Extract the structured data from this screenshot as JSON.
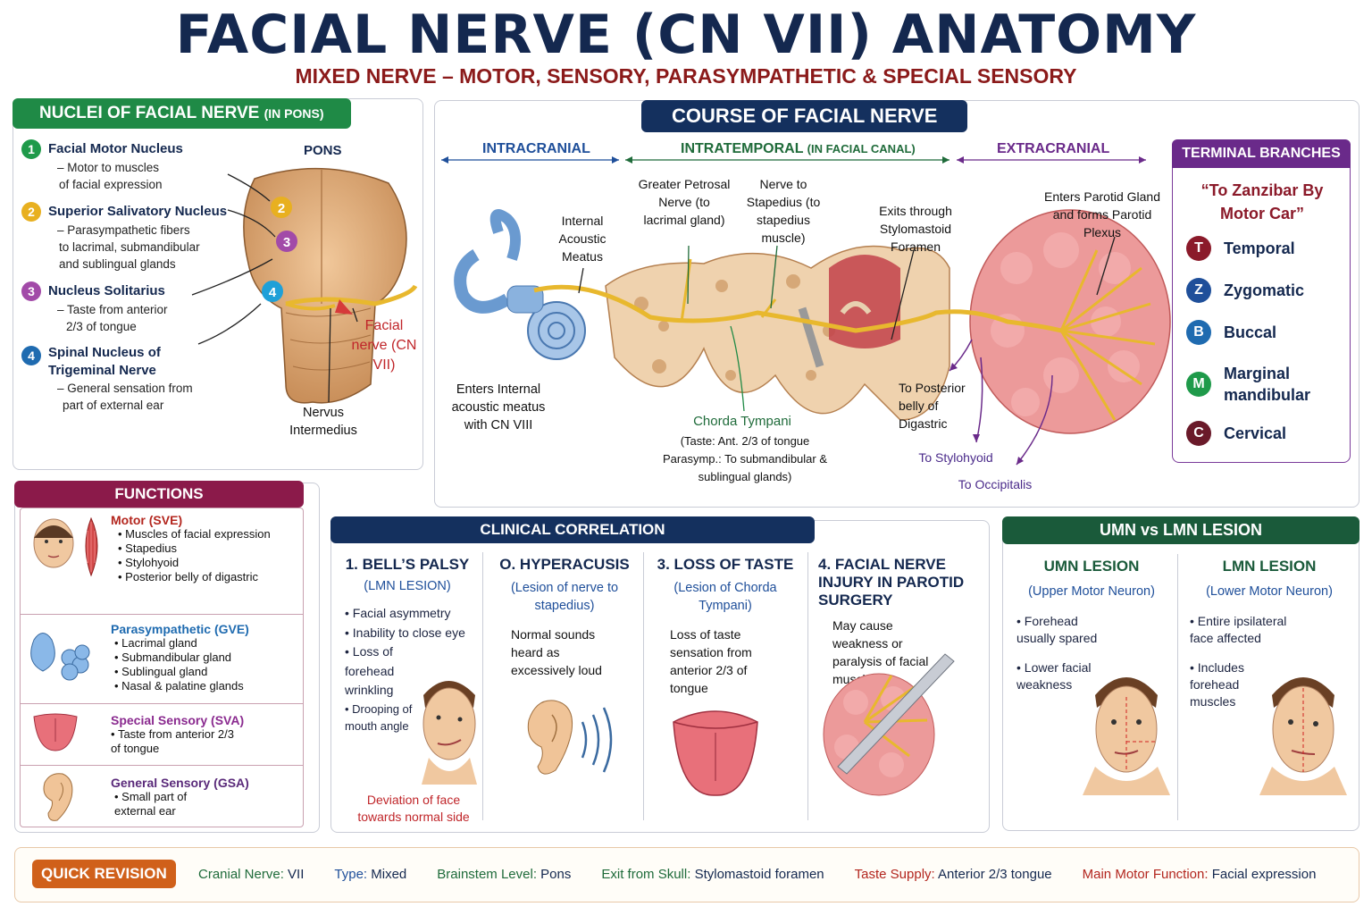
{
  "title": "FACIAL NERVE (CN VII) ANATOMY",
  "subtitle": "MIXED NERVE – MOTOR, SENSORY, PARASYMPATHETIC & SPECIAL SENSORY",
  "nuclei": {
    "header": "NUCLEI OF FACIAL NERVE",
    "header_small": "(IN PONS)",
    "pons_label": "PONS",
    "facial_nerve_label": "Facial nerve (CN VII)",
    "nervus_intermedius_label": "Nervus Intermedius",
    "items": [
      {
        "num": "1",
        "color": "#1f9a4a",
        "title": "Facial Motor Nucleus",
        "desc": [
          "– Motor to muscles",
          "of facial expression"
        ]
      },
      {
        "num": "2",
        "color": "#e8b020",
        "title": "Superior Salivatory Nucleus",
        "desc": [
          "– Parasympathetic fibers",
          "to lacrimal, submandibular",
          "and sublingual glands"
        ]
      },
      {
        "num": "3",
        "color": "#a24aa8",
        "title": "Nucleus Solitarius",
        "desc": [
          "– Taste from anterior",
          "2/3 of tongue"
        ]
      },
      {
        "num": "4",
        "color": "#1f6bb0",
        "title": "Spinal Nucleus of Trigeminal Nerve",
        "desc": [
          "– General sensation from",
          "part of external ear"
        ]
      }
    ]
  },
  "course": {
    "header": "COURSE OF FACIAL NERVE",
    "intracranial": "INTRACRANIAL",
    "intratemporal": "INTRATEMPORAL",
    "intratemporal_small": "(IN FACIAL CANAL)",
    "extracranial": "EXTRACRANIAL",
    "labels": {
      "iam": "Internal Acoustic Meatus",
      "gpn": "Greater Petrosal Nerve (to lacrimal gland)",
      "stapedius": "Nerve to Stapedius (to stapedius muscle)",
      "stylomastoid": "Exits through Stylomastoid Foramen",
      "parotid": "Enters Parotid Gland and forms Parotid Plexus",
      "enters": "Enters Internal acoustic meatus with CN VIII",
      "chorda_title": "Chorda Tympani",
      "chorda_desc": "(Taste: Ant. 2/3 of tongue Parasymp.: To submandibular & sublingual glands)",
      "post_digastric": "To Posterior belly of Digastric",
      "stylohyoid": "To Stylohyoid",
      "occipitalis": "To Occipitalis"
    }
  },
  "terminal": {
    "header": "TERMINAL BRANCHES",
    "mnemonic": "“To Zanzibar By Motor Car”",
    "items": [
      {
        "letter": "T",
        "name": "Temporal",
        "color": "#8b1a2a"
      },
      {
        "letter": "Z",
        "name": "Zygomatic",
        "color": "#1f4f9a"
      },
      {
        "letter": "B",
        "name": "Buccal",
        "color": "#1f6bb0"
      },
      {
        "letter": "M",
        "name": "Marginal mandibular",
        "color": "#1f9a4a"
      },
      {
        "letter": "C",
        "name": "Cervical",
        "color": "#6a1a2a"
      }
    ]
  },
  "functions": {
    "header": "FUNCTIONS",
    "items": [
      {
        "title": "Motor (SVE)",
        "color": "#b3261e",
        "list": [
          "Muscles of facial expression",
          "Stapedius",
          "Stylohyoid",
          "Posterior belly of digastric"
        ]
      },
      {
        "title": "Parasympathetic (GVE)",
        "color": "#1f6bb0",
        "list": [
          "Lacrimal gland",
          "Submandibular gland",
          "Sublingual gland",
          "Nasal & palatine glands"
        ]
      },
      {
        "title": "Special Sensory (SVA)",
        "color": "#8a2a8f",
        "list": [
          "Taste from anterior 2/3 of tongue"
        ]
      },
      {
        "title": "General Sensory (GSA)",
        "color": "#5a2a7a",
        "list": [
          "Small part of external ear"
        ]
      }
    ]
  },
  "clinical": {
    "header": "CLINICAL CORRELATION",
    "items": [
      {
        "title": "1. BELL’S PALSY",
        "sub": "(LMN LESION)",
        "list": [
          "Facial asymmetry",
          "Inability to close eye",
          "Loss of forehead wrinkling",
          "Drooping of mouth angle"
        ],
        "note": "Deviation of face towards normal side"
      },
      {
        "title": "O. HYPERACUSIS",
        "sub": "(Lesion of nerve to stapedius)",
        "body": "Normal sounds heard as excessively loud"
      },
      {
        "title": "3. LOSS OF TASTE",
        "sub": "(Lesion of Chorda Tympani)",
        "body": "Loss of taste sensation from anterior 2/3 of tongue"
      },
      {
        "title": "4. FACIAL NERVE INJURY IN PAROTID SURGERY",
        "body": "May cause weakness or paralysis of facial muscles"
      }
    ]
  },
  "lesion": {
    "header": "UMN vs LMN LESION",
    "umn_title": "UMN LESION",
    "umn_sub": "(Upper Motor Neuron)",
    "umn_list": [
      "Forehead usually spared",
      "Lower facial weakness"
    ],
    "lmn_title": "LMN LESION",
    "lmn_sub": "(Lower Motor Neuron)",
    "lmn_list": [
      "Entire ipsilateral face affected",
      "Includes forehead muscles"
    ]
  },
  "quick": {
    "header": "QUICK REVISION",
    "items": [
      {
        "key": "Cranial Nerve:",
        "val": "VII",
        "color": "#1f6b3a"
      },
      {
        "key": "Type:",
        "val": "Mixed",
        "color": "#1f4f9a"
      },
      {
        "key": "Brainstem Level:",
        "val": "Pons",
        "color": "#1f6b3a"
      },
      {
        "key": "Exit from Skull:",
        "val": "Stylomastoid foramen",
        "color": "#1f6b3a"
      },
      {
        "key": "Taste Supply:",
        "val": "Anterior 2/3 tongue",
        "color": "#b3261e"
      },
      {
        "key": "Main Motor Function:",
        "val": "Facial expression",
        "color": "#b3261e"
      }
    ]
  }
}
